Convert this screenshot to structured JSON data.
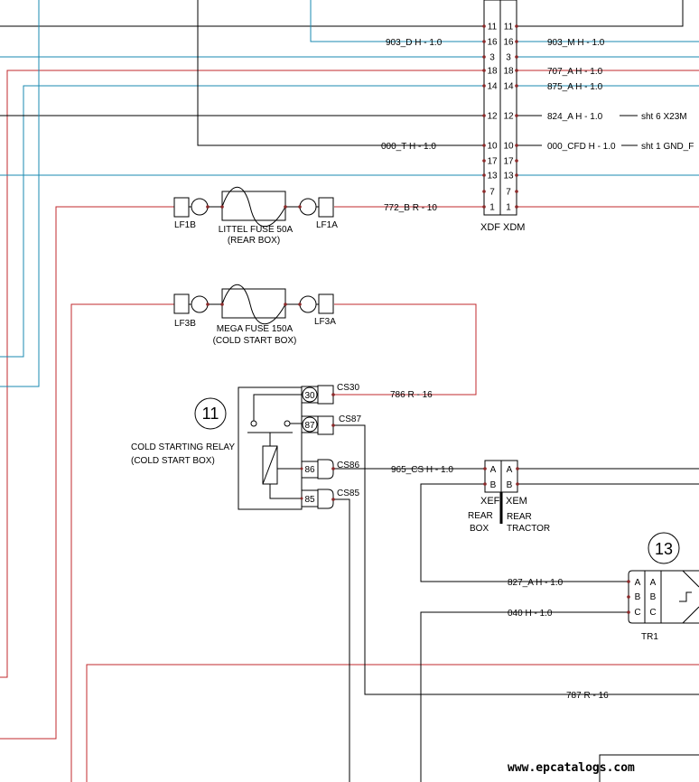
{
  "connectors": {
    "xdf": {
      "label": "XDF",
      "pins": [
        "11",
        "16",
        "3",
        "18",
        "14",
        "12",
        "10",
        "17",
        "13",
        "7",
        "1"
      ]
    },
    "xdm": {
      "label": "XDM",
      "pins": [
        "11",
        "16",
        "3",
        "18",
        "14",
        "12",
        "10",
        "17",
        "13",
        "7",
        "1"
      ]
    },
    "xef": {
      "label": "XEF",
      "sub": [
        "REAR",
        "BOX"
      ],
      "pins": [
        "A",
        "B"
      ]
    },
    "xem": {
      "label": "XEM",
      "sub": [
        "REAR",
        "TRACTOR"
      ],
      "pins": [
        "A",
        "B"
      ]
    },
    "tr1": {
      "label": "TR1",
      "pins": [
        "A",
        "B",
        "C"
      ]
    }
  },
  "wires": {
    "w903d": "903_D   H - 1.0",
    "w000t": "000_T   H - 1.0",
    "w772b": "772_B   R - 10",
    "w903m": "903_M   H - 1.0",
    "w707a": "707_A   H - 1.0",
    "w875a": "875_A   H - 1.0",
    "w824a": "824_A   H - 1.0",
    "w824ref": "sht 6   X23M",
    "w000cfd": "000_CFD   H - 1.0",
    "w000ref": "sht 1   GND_F",
    "w786": "786      R - 16",
    "w965cs": "965_CS   H - 1.0",
    "w827a": "827_A   H - 1.0",
    "w040": "040     H - 1.0",
    "w787": "787   R - 16"
  },
  "fuses": {
    "littel": {
      "left": "LF1B",
      "right": "LF1A",
      "name": "LITTEL FUSE 50A",
      "loc": "(REAR BOX)"
    },
    "mega": {
      "left": "LF3B",
      "right": "LF3A",
      "name": "MEGA FUSE 150A",
      "loc": "(COLD START BOX)"
    }
  },
  "relay": {
    "number": "11",
    "name": "COLD STARTING RELAY",
    "loc": "(COLD START BOX)",
    "terminals": [
      "30",
      "87",
      "86",
      "85"
    ],
    "tags": [
      "CS30",
      "CS87",
      "CS86",
      "CS85"
    ]
  },
  "component13": {
    "number": "13"
  },
  "watermark": "www.epcatalogs.com",
  "colors": {
    "red": "#c0282d",
    "blue": "#1a8ab0",
    "black": "#000000"
  }
}
